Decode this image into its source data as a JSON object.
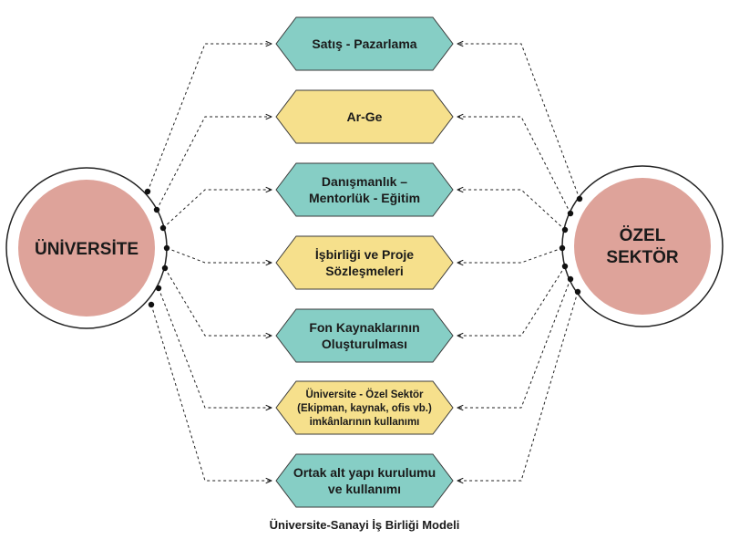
{
  "left_node": {
    "label": "ÜNİVERSİTE",
    "fill": "#dea39a"
  },
  "right_node": {
    "lines": [
      "ÖZEL",
      "SEKTÖR"
    ],
    "fill": "#dea39a"
  },
  "colors": {
    "teal": "#86cec5",
    "yellow": "#f6e08c",
    "stroke": "#3a3a3a"
  },
  "items": [
    {
      "lines": [
        "Satış - Pazarlama"
      ],
      "color": "teal"
    },
    {
      "lines": [
        "Ar-Ge"
      ],
      "color": "yellow"
    },
    {
      "lines": [
        "Danışmanlık –",
        "Mentorlük - Eğitim"
      ],
      "color": "teal"
    },
    {
      "lines": [
        "İşbirliği ve Proje",
        "Sözleşmeleri"
      ],
      "color": "yellow"
    },
    {
      "lines": [
        "Fon Kaynaklarının",
        "Oluşturulması"
      ],
      "color": "teal"
    },
    {
      "lines": [
        "Üniversite - Özel Sektör",
        "(Ekipman, kaynak, ofis vb.)",
        "imkânlarının kullanımı"
      ],
      "color": "yellow"
    },
    {
      "lines": [
        "Ortak alt yapı kurulumu",
        "ve kullanımı"
      ],
      "color": "teal"
    }
  ],
  "caption": "Üniversite-Sanayi İş Birliği Modeli"
}
